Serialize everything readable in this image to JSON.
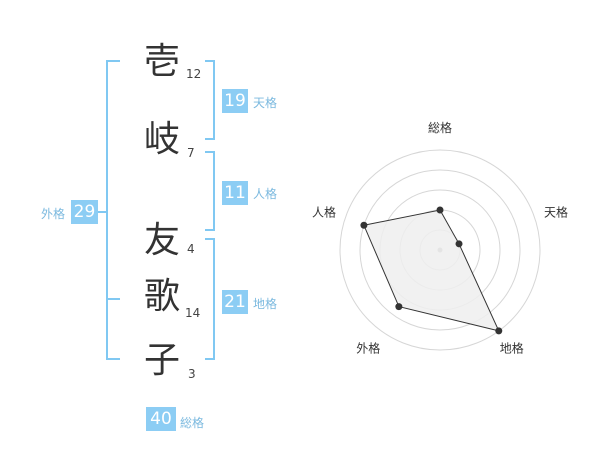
{
  "name": {
    "characters": [
      {
        "char": "壱",
        "strokes": "12"
      },
      {
        "char": "岐",
        "strokes": "7"
      },
      {
        "char": "友",
        "strokes": "4"
      },
      {
        "char": "歌",
        "strokes": "14"
      },
      {
        "char": "子",
        "strokes": "3"
      }
    ]
  },
  "fortunes": {
    "tenkaku": {
      "value": "19",
      "label": "天格"
    },
    "jinkaku": {
      "value": "11",
      "label": "人格"
    },
    "chikaku": {
      "value": "21",
      "label": "地格"
    },
    "gaikaku": {
      "value": "29",
      "label": "外格"
    },
    "soukaku": {
      "value": "40",
      "label": "総格"
    }
  },
  "chart_data": {
    "type": "radar",
    "axes": [
      "総格",
      "天格",
      "地格",
      "外格",
      "人格"
    ],
    "values": [
      2,
      1,
      5,
      3.5,
      4
    ],
    "max": 5,
    "rings": 5,
    "colors": {
      "fill": "#efefef",
      "stroke": "#333333",
      "point": "#333333",
      "ring": "#d6d6d6",
      "center": "#aaaaaa"
    }
  }
}
